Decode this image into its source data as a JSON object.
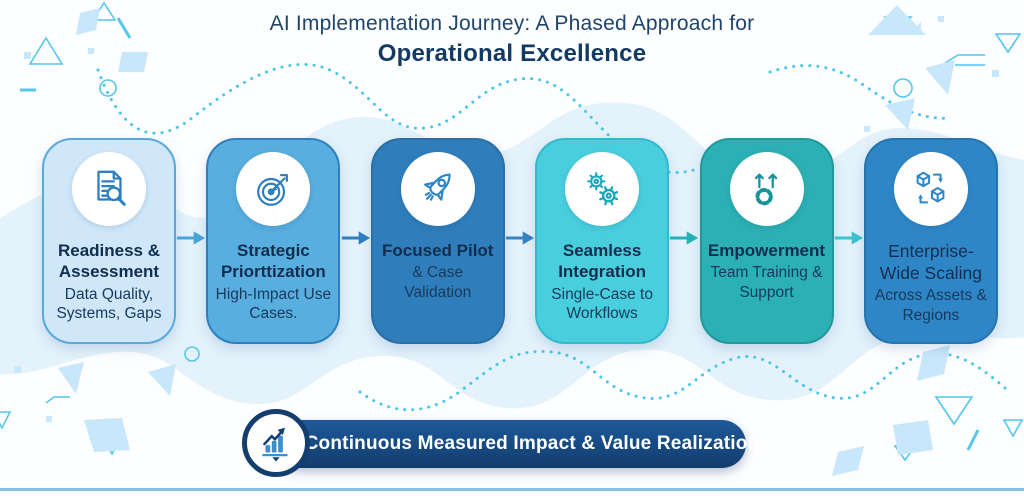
{
  "title": {
    "line1": "AI Implementation Journey: A Phased Approach for",
    "line2": "Operational Excellence"
  },
  "phases": [
    {
      "title": "Readiness & Assessment",
      "subtitle": "Data Quality, Systems, Gaps",
      "icon": "document-search-icon",
      "card_color": "#cfe7f8",
      "border_color": "#57a9db"
    },
    {
      "title": "Strategic Priorttization",
      "subtitle": "High-Impact Use Cases.",
      "icon": "target-icon",
      "card_color": "#58aede",
      "border_color": "#2e7fc0"
    },
    {
      "title": "Focused Pilot",
      "subtitle": "& Case Validation",
      "icon": "rocket-icon",
      "card_color": "#2f7dbb",
      "border_color": "#2b6ea5"
    },
    {
      "title": "Seamless Integration",
      "subtitle": "Single-Case to Workflows",
      "icon": "gears-icon",
      "card_color": "#49cede",
      "border_color": "#33b9cb"
    },
    {
      "title": "Empowerment",
      "subtitle": "Team Training & Support",
      "icon": "gear-up-arrows-icon",
      "card_color": "#2bb0b4",
      "border_color": "#21989c"
    },
    {
      "title": "Enterprise-Wide Scaling",
      "subtitle": "Across Assets & Regions",
      "icon": "cubes-scaling-icon",
      "card_color": "#2f86c7",
      "border_color": "#2674ae"
    }
  ],
  "banner": {
    "label": "Continuous Measured Impact & Value Realization",
    "icon": "growth-chart-icon",
    "bar_color": "#174a82",
    "text_color": "#ffffff"
  },
  "colors": {
    "background": "#fdfeff",
    "title_text": "#123a63",
    "wave_band": "#d9edf9",
    "dotted_wave": "#49c6ea",
    "bottom_rule": "#87c2e0"
  }
}
